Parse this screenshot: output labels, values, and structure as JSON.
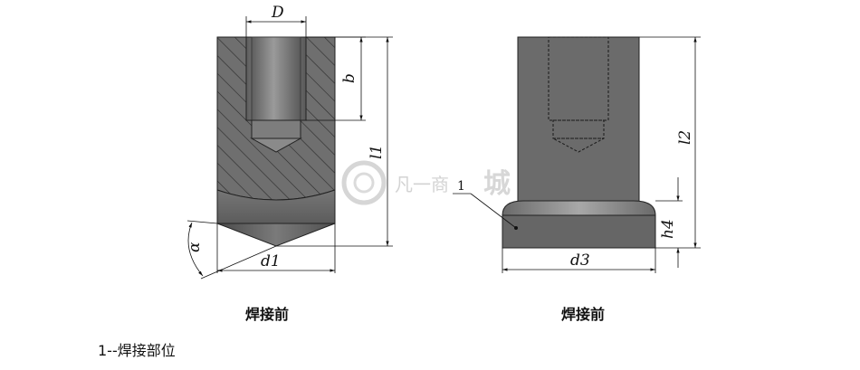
{
  "left_view": {
    "caption": "焊接前",
    "dims": {
      "D": "D",
      "b": "b",
      "l1": "l1",
      "d1": "d1",
      "alpha": "α"
    }
  },
  "right_view": {
    "caption": "焊接前",
    "dims": {
      "l2": "l2",
      "h4": "h4",
      "d3": "d3"
    },
    "callout": "1"
  },
  "note": "1--焊接部位",
  "watermark": {
    "text": "凡一商",
    "big": "城"
  }
}
